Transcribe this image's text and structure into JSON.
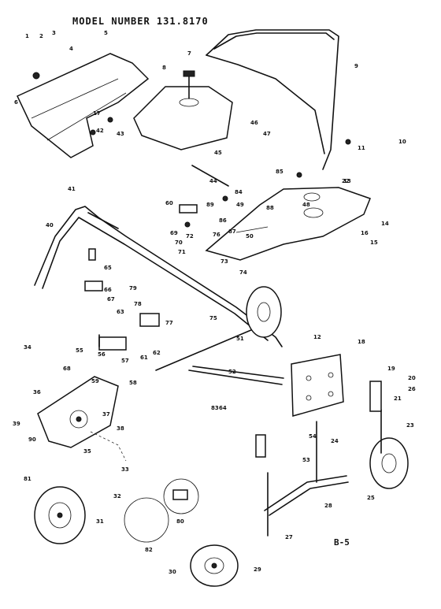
{
  "header": {
    "title": "MODEL NUMBER 131.8170"
  },
  "footer": {
    "page_ref": "B-5"
  },
  "callouts": [
    "1",
    "2",
    "3",
    "4",
    "5",
    "6",
    "7",
    "8",
    "9",
    "10",
    "11",
    "12",
    "13",
    "14",
    "15",
    "16",
    "17",
    "18",
    "19",
    "20",
    "21",
    "22",
    "23",
    "24",
    "25",
    "26",
    "27",
    "28",
    "29",
    "30",
    "31",
    "32",
    "33",
    "34",
    "35",
    "36",
    "37",
    "38",
    "39",
    "40",
    "41",
    "42",
    "43",
    "44",
    "45",
    "46",
    "47",
    "48",
    "49",
    "50",
    "51",
    "52",
    "53",
    "54",
    "55",
    "56",
    "57",
    "58",
    "59",
    "60",
    "61",
    "62",
    "63",
    "64",
    "65",
    "66",
    "67",
    "68",
    "69",
    "70",
    "71",
    "72",
    "73",
    "74",
    "75",
    "76",
    "77",
    "78",
    "79",
    "80",
    "81",
    "82",
    "83",
    "84",
    "85",
    "86",
    "87",
    "88",
    "89",
    "90"
  ]
}
